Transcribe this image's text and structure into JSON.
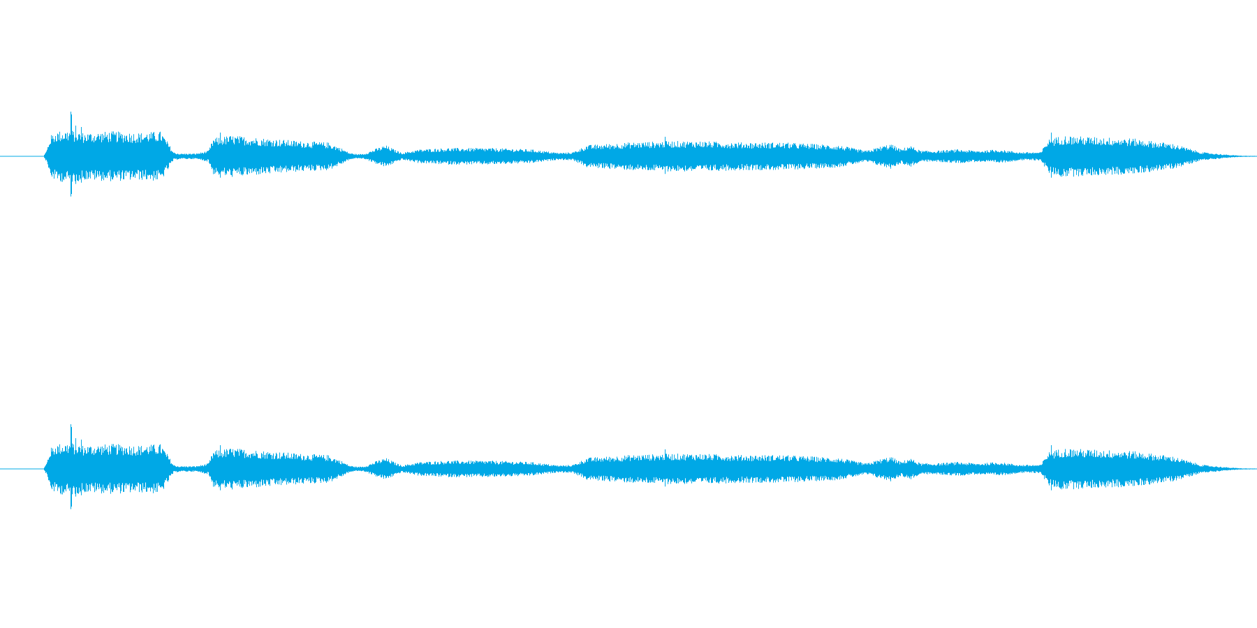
{
  "waveform": {
    "channel_count": 2,
    "color": "#00a8e6",
    "background": "#ffffff",
    "channels": [
      {
        "id": "channel-1"
      },
      {
        "id": "channel-2"
      }
    ]
  }
}
